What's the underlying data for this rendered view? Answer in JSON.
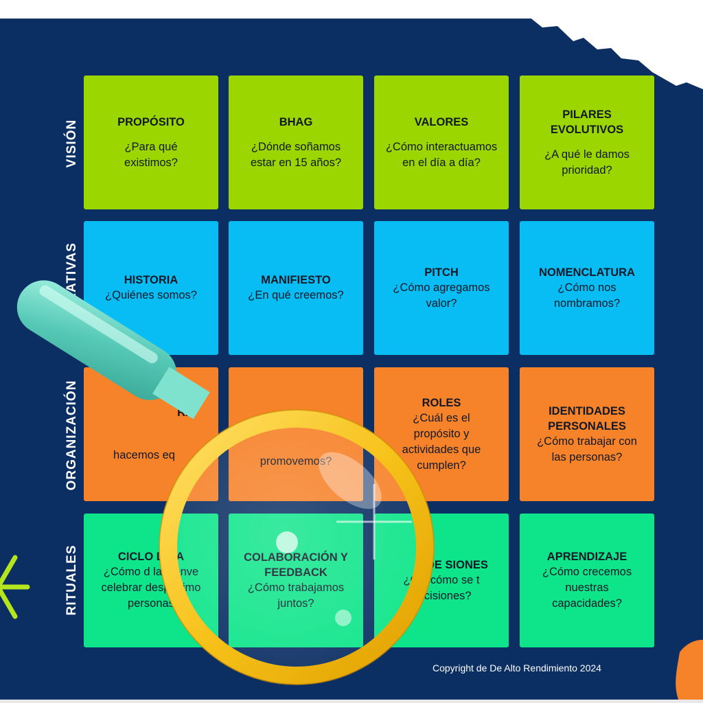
{
  "rows": [
    {
      "label": "VISIÓN"
    },
    {
      "label": "NARRATIVAS"
    },
    {
      "label": "ORGANIZACIÓN"
    },
    {
      "label": "RITUALES"
    }
  ],
  "cards": [
    [
      {
        "title": "PROPÓSITO",
        "question": "¿Para qué existimos?"
      },
      {
        "title": "BHAG",
        "question": "¿Dónde soñamos estar en 15 años?"
      },
      {
        "title": "VALORES",
        "question": "¿Cómo interactuamos en el día a día?"
      },
      {
        "title": "PILARES EVOLUTIVOS",
        "question": "¿A qué le damos prioridad?"
      }
    ],
    [
      {
        "title": "HISTORIA",
        "question": "¿Quiénes somos?"
      },
      {
        "title": "MANIFIESTO",
        "question": "¿En qué creemos?"
      },
      {
        "title": "PITCH",
        "question": "¿Cómo agregamos valor?"
      },
      {
        "title": "NOMENCLATURA",
        "question": "¿Cómo nos nombramos?"
      }
    ],
    [
      {
        "title": "RA",
        "question": "hacemos eq"
      },
      {
        "title": "",
        "question": "promovemos?"
      },
      {
        "title": "ROLES",
        "question": "¿Cuál es el propósito y actividades que cumplen?"
      },
      {
        "title": "IDENTIDADES PERSONALES",
        "question": "¿Cómo trabajar con las personas?"
      }
    ],
    [
      {
        "title": "CICLO D DA",
        "question": "¿Cómo d la bienve celebrar despedimo personas"
      },
      {
        "title": "COLABORACIÓN Y FEEDBACK",
        "question": "¿Cómo trabajamos juntos?"
      },
      {
        "title": "A DE SIONES",
        "question": "¿C y cómo se t decisiones?"
      },
      {
        "title": "APRENDIZAJE",
        "question": "¿Cómo crecemos nuestras capacidades?"
      }
    ]
  ],
  "copyright": "Copyright de De Alto Rendimiento 2024",
  "colors": {
    "board": "#0b2f63",
    "vision": "#9bd600",
    "narrativas": "#08bdf3",
    "organizacion": "#f6822a",
    "rituales": "#0ee58a",
    "magnifier_ring": "#f7c21a",
    "magnifier_handle": "#6fd8c4"
  },
  "icons": [
    "magnifying-glass-icon",
    "sparkle-logo-icon"
  ]
}
